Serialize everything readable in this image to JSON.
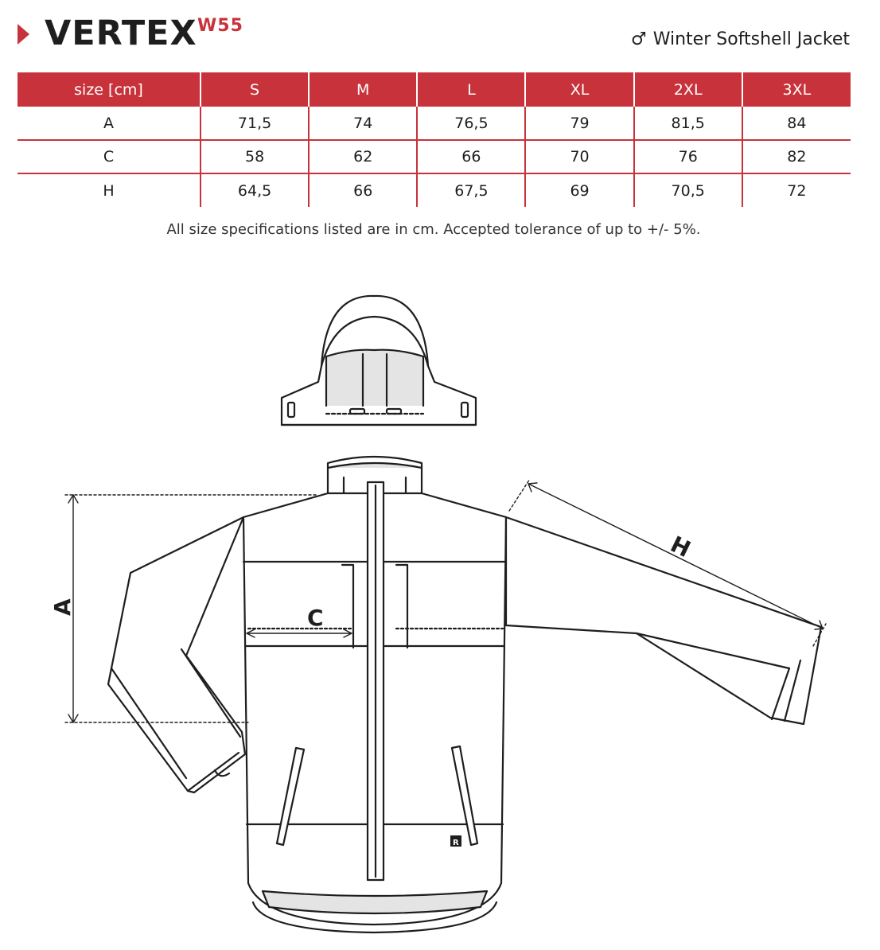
{
  "header": {
    "brand": "VERTEX",
    "code": "W55",
    "male_symbol": "♂",
    "subtitle": "Winter Softshell Jacket"
  },
  "table": {
    "columns": [
      "size [cm]",
      "S",
      "M",
      "L",
      "XL",
      "2XL",
      "3XL"
    ],
    "rows": [
      [
        "A",
        "71,5",
        "74",
        "76,5",
        "79",
        "81,5",
        "84"
      ],
      [
        "C",
        "58",
        "62",
        "66",
        "70",
        "76",
        "82"
      ],
      [
        "H",
        "64,5",
        "66",
        "67,5",
        "69",
        "70,5",
        "72"
      ]
    ]
  },
  "note": "All size specifications listed are in cm. Accepted tolerance of up to +/- 5%.",
  "diagram": {
    "label_a": "A",
    "label_c": "C",
    "label_h": "H",
    "logo": "R"
  },
  "colors": {
    "accent": "#c8323a",
    "text": "#1e1e1e"
  }
}
